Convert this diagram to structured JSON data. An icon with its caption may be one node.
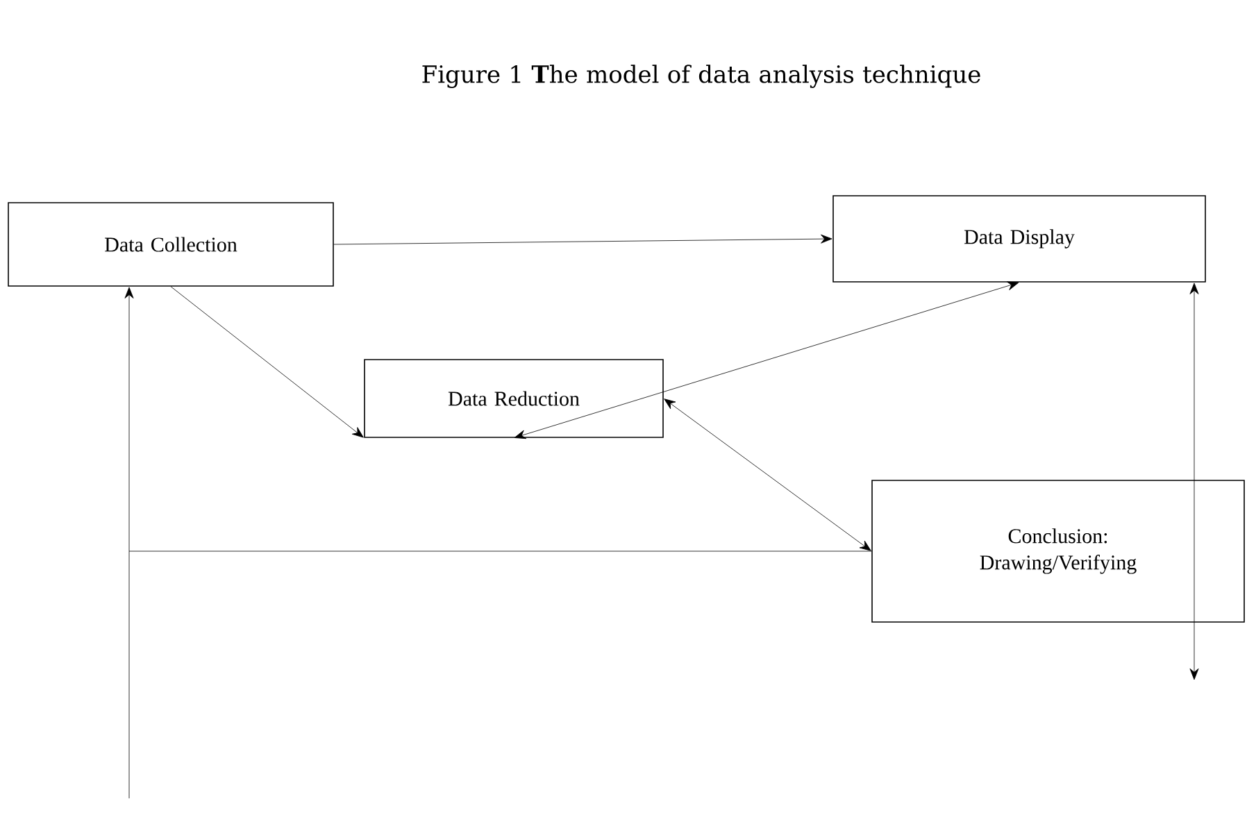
{
  "diagram": {
    "title": "Figure 1 **T**he model of data analysis technique",
    "nodes": [
      {
        "text": [
          "Data Collection"
        ]
      },
      {
        "text": [
          "Data Display"
        ]
      },
      {
        "text": [
          "Data Reduction"
        ]
      },
      {
        "text": [
          "Conclusion: Drawing/Verifying"
        ]
      }
    ],
    "edges": [
      {
        "from": 0,
        "to": 1,
        "arrow": "to"
      },
      {
        "from": 0,
        "to": 2,
        "arrow": "to"
      },
      {
        "from": 1,
        "to": 2,
        "arrow": "both"
      },
      {
        "from": 2,
        "to": 3,
        "arrow": "both"
      },
      {
        "from": 1,
        "to": null,
        "arrow": "both"
      },
      {
        "from": 3,
        "to": 0,
        "arrow": "to"
      }
    ]
  }
}
